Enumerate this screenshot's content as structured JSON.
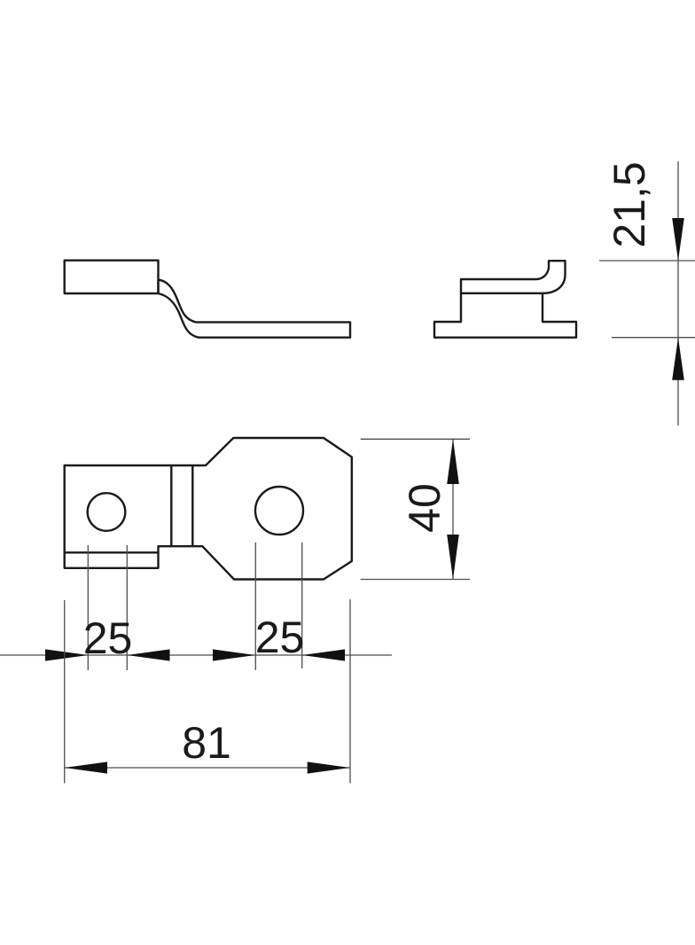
{
  "drawing": {
    "type": "technical-dimension-drawing",
    "views": {
      "side_view": "bent z-profile side elevation",
      "end_view": "end elevation with base flange and upturned tab",
      "plan_view": "plan view with two round holes"
    },
    "dims": {
      "height": "21,5",
      "depth": "40",
      "hole_left": "25",
      "hole_right": "25",
      "overall_length": "81"
    },
    "colors": {
      "background": "#ffffff",
      "outline": "#1a1a1a",
      "dimension_lines": "#4d4d4d",
      "arrows": "#111111",
      "text": "#1a1a1a"
    }
  }
}
